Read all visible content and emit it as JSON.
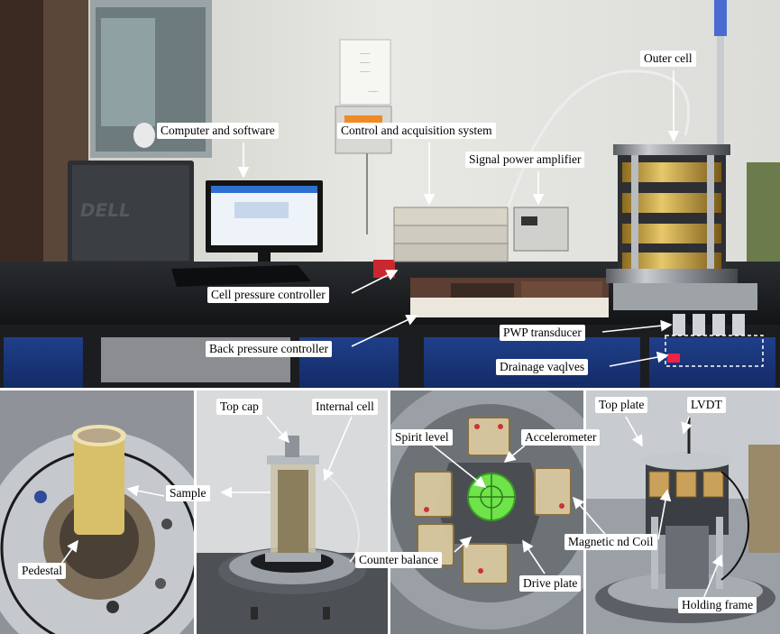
{
  "lab_sign": {
    "lines": [
      "······",
      "······",
      "······"
    ],
    "footer": "······"
  },
  "monitor_brand": "DELL",
  "photo_panels": [
    {
      "id": "main-lab",
      "caption": ""
    },
    {
      "id": "pedestal-closeup",
      "caption": ""
    },
    {
      "id": "internal-cell-view",
      "caption": ""
    },
    {
      "id": "top-view-coils",
      "caption": ""
    },
    {
      "id": "assembled-apparatus",
      "caption": ""
    }
  ],
  "labels": {
    "computer": "Computer and software",
    "control": "Control and acquisition system",
    "signal": "Signal power amplifier",
    "outer_cell": "Outer cell",
    "cell_pressure": "Cell pressure controller",
    "back_pressure": "Back pressure controller",
    "pwp": "PWP transducer",
    "drainage": "Drainage vaqlves",
    "sample": "Sample",
    "pedestal": "Pedestal",
    "top_cap": "Top cap",
    "internal_cell": "Internal cell",
    "spirit_level": "Spirit level",
    "accelerometer": "Accelerometer",
    "counter_balance": "Counter balance",
    "drive_plate": "Drive plate",
    "magnetic_coil": "Magnetic nd Coil",
    "top_plate": "Top plate",
    "lvdt": "LVDT",
    "holding_frame": "Holding frame"
  }
}
